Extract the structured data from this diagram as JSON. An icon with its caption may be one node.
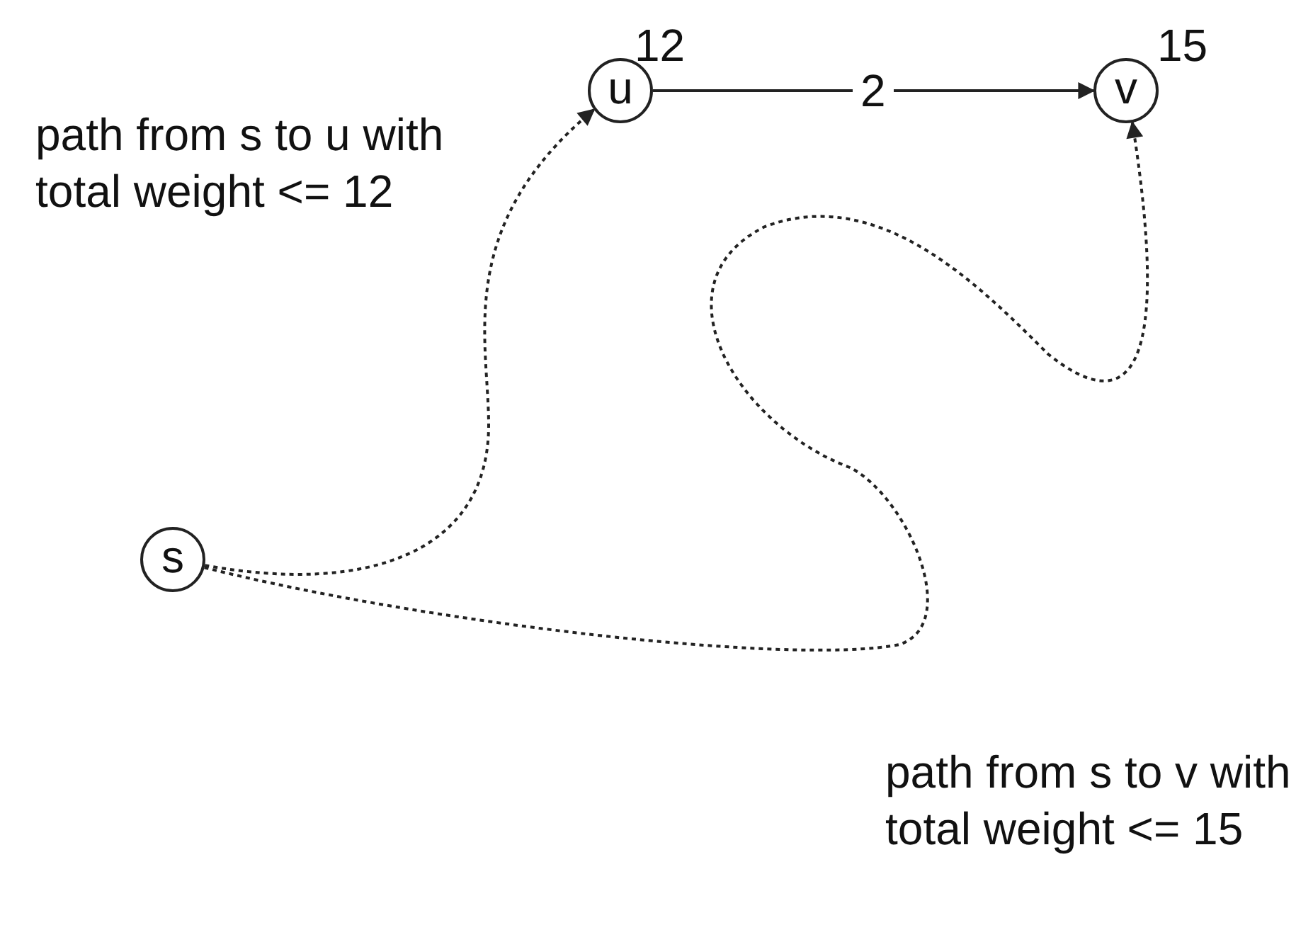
{
  "diagram": {
    "nodes": [
      {
        "text": [
          "u"
        ],
        "beside": [
          "12"
        ]
      },
      {
        "text": [
          "v"
        ],
        "beside": [
          "15"
        ]
      },
      {
        "text": [
          "s"
        ]
      }
    ],
    "edges": [
      {
        "from": 0,
        "to": 1,
        "arrow": "to",
        "label": "2"
      },
      {
        "from": 2,
        "to": 0,
        "arrow": "to",
        "style": "dashed"
      },
      {
        "from": 2,
        "to": 1,
        "arrow": "to",
        "style": "dashed"
      }
    ],
    "labels": [
      "path from s to u with total weight <= 12",
      "path from s to v with total weight <= 15"
    ]
  }
}
